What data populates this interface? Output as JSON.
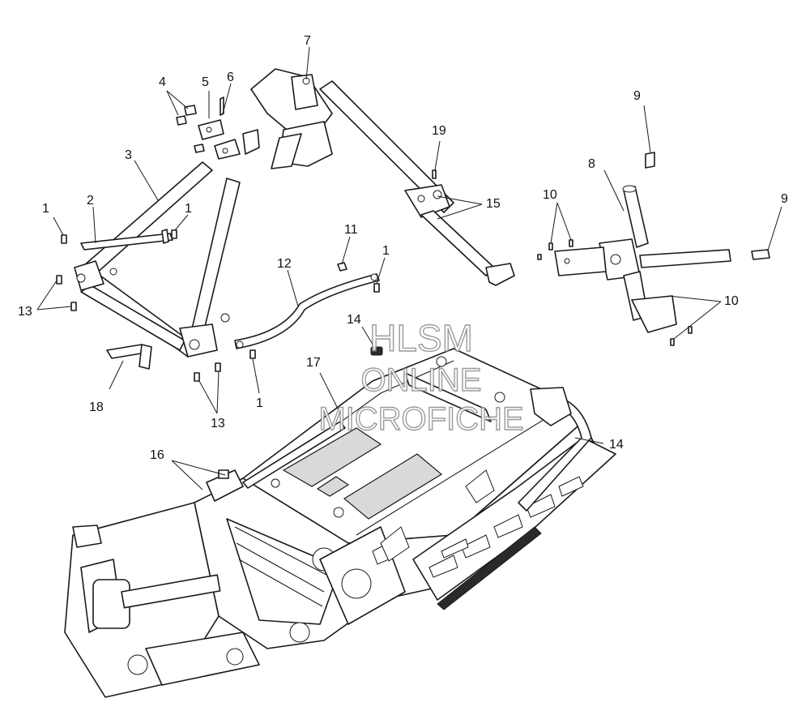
{
  "diagram": {
    "callouts": [
      {
        "id": "c1a",
        "text": "1"
      },
      {
        "id": "c1b",
        "text": "1"
      },
      {
        "id": "c1c",
        "text": "1"
      },
      {
        "id": "c1d",
        "text": "1"
      },
      {
        "id": "c2",
        "text": "2"
      },
      {
        "id": "c3",
        "text": "3"
      },
      {
        "id": "c4",
        "text": "4"
      },
      {
        "id": "c5",
        "text": "5"
      },
      {
        "id": "c6",
        "text": "6"
      },
      {
        "id": "c7",
        "text": "7"
      },
      {
        "id": "c8",
        "text": "8"
      },
      {
        "id": "c9a",
        "text": "9"
      },
      {
        "id": "c9b",
        "text": "9"
      },
      {
        "id": "c10a",
        "text": "10"
      },
      {
        "id": "c10b",
        "text": "10"
      },
      {
        "id": "c11",
        "text": "11"
      },
      {
        "id": "c12",
        "text": "12"
      },
      {
        "id": "c13a",
        "text": "13"
      },
      {
        "id": "c13b",
        "text": "13"
      },
      {
        "id": "c14a",
        "text": "14"
      },
      {
        "id": "c14b",
        "text": "14"
      },
      {
        "id": "c15",
        "text": "15"
      },
      {
        "id": "c16",
        "text": "16"
      },
      {
        "id": "c17",
        "text": "17"
      },
      {
        "id": "c18",
        "text": "18"
      },
      {
        "id": "c19",
        "text": "19"
      }
    ],
    "watermark": [
      "HLSM",
      "ONLINE",
      "MICROFICHE"
    ]
  }
}
